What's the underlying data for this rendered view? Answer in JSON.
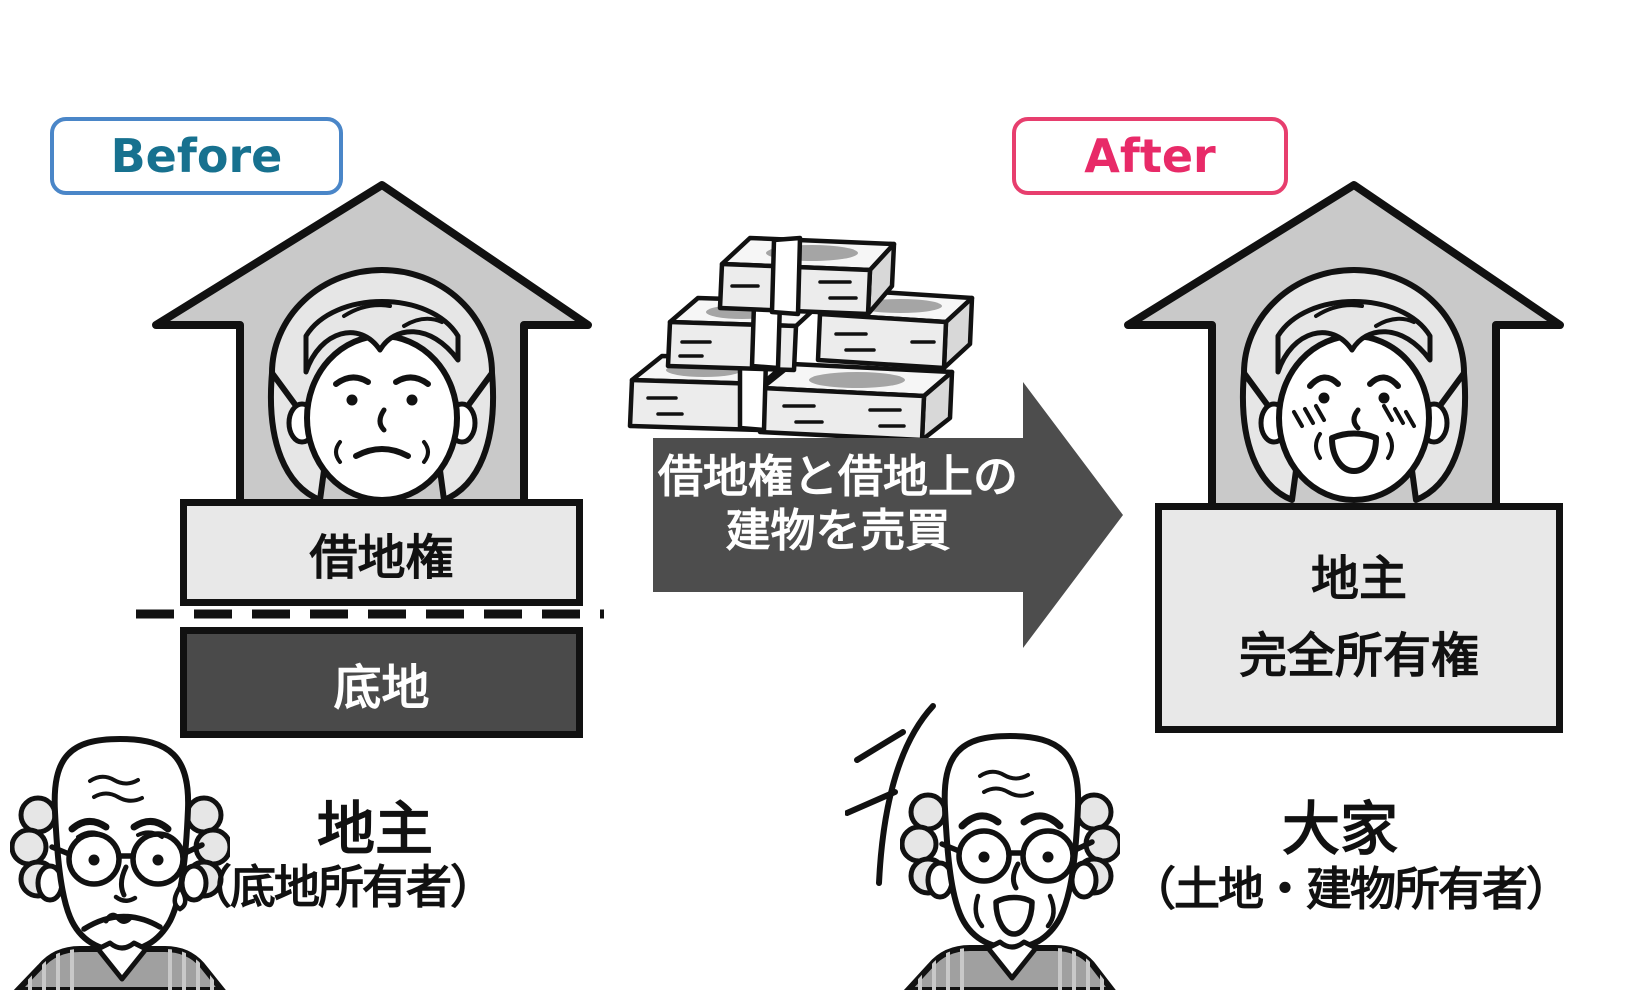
{
  "diagram": {
    "before": {
      "badge": "Before",
      "upper_box": "借地権",
      "lower_box": "底地",
      "owner_title": "地主",
      "owner_subtitle": "（底地所有者）"
    },
    "transaction": {
      "line1": "借地権と借地上の",
      "line2": "建物を売買"
    },
    "after": {
      "badge": "After",
      "box_line1": "地主",
      "box_line2": "完全所有権",
      "owner_title": "大家",
      "owner_subtitle": "（土地・建物所有者）"
    },
    "icons": {
      "money_stack": "money-stack-icon",
      "house_arrow": "house-arrow-icon",
      "grandma_sad": "grandma-sad-icon",
      "grandma_happy": "grandma-happy-icon",
      "grandpa_sad": "grandpa-sad-icon",
      "grandpa_happy": "grandpa-happy-icon",
      "emphasis": "emphasis-marks-icon"
    },
    "colors": {
      "before_border": "#4a86c8",
      "before_text": "#17718f",
      "after_border": "#e73e6e",
      "after_text": "#e82a68",
      "house_fill": "#c9c9c9",
      "light_box_fill": "#e8e8e8",
      "dark_box_fill": "#4a4a4a",
      "arrow_fill": "#4d4d4d",
      "outline": "#111111"
    }
  }
}
